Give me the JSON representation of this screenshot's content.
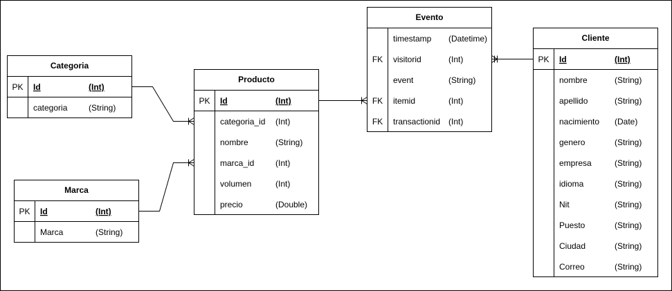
{
  "diagram": {
    "tables": [
      {
        "name": "Categoria",
        "rows": [
          {
            "key": "PK",
            "name": "Id",
            "type": "(Int)",
            "pk": true
          },
          {
            "key": "",
            "name": "categoria",
            "type": "(String)",
            "pk": false
          }
        ]
      },
      {
        "name": "Marca",
        "rows": [
          {
            "key": "PK",
            "name": "Id",
            "type": "(Int)",
            "pk": true
          },
          {
            "key": "",
            "name": "Marca",
            "type": "(String)",
            "pk": false
          }
        ]
      },
      {
        "name": "Producto",
        "rows": [
          {
            "key": "PK",
            "name": "Id",
            "type": "(Int)",
            "pk": true
          },
          {
            "key": "",
            "name": "categoria_id",
            "type": "(Int)",
            "pk": false
          },
          {
            "key": "",
            "name": "nombre",
            "type": "(String)",
            "pk": false
          },
          {
            "key": "",
            "name": "marca_id",
            "type": "(Int)",
            "pk": false
          },
          {
            "key": "",
            "name": "volumen",
            "type": "(Int)",
            "pk": false
          },
          {
            "key": "",
            "name": "precio",
            "type": "(Double)",
            "pk": false
          }
        ]
      },
      {
        "name": "Evento",
        "rows": [
          {
            "key": "",
            "name": "timestamp",
            "type": "(Datetime)",
            "pk": false
          },
          {
            "key": "FK",
            "name": "visitorid",
            "type": "(Int)",
            "pk": false
          },
          {
            "key": "",
            "name": "event",
            "type": "(String)",
            "pk": false
          },
          {
            "key": "FK",
            "name": "itemid",
            "type": "(Int)",
            "pk": false
          },
          {
            "key": "FK",
            "name": "transactionid",
            "type": "(Int)",
            "pk": false
          }
        ]
      },
      {
        "name": "Cliente",
        "rows": [
          {
            "key": "PK",
            "name": "Id",
            "type": "(Int)",
            "pk": true
          },
          {
            "key": "",
            "name": "nombre",
            "type": "(String)",
            "pk": false
          },
          {
            "key": "",
            "name": "apellido",
            "type": "(String)",
            "pk": false
          },
          {
            "key": "",
            "name": "nacimiento",
            "type": "(Date)",
            "pk": false
          },
          {
            "key": "",
            "name": "genero",
            "type": "(String)",
            "pk": false
          },
          {
            "key": "",
            "name": "empresa",
            "type": "(String)",
            "pk": false
          },
          {
            "key": "",
            "name": "idioma",
            "type": "(String)",
            "pk": false
          },
          {
            "key": "",
            "name": "Nit",
            "type": "(String)",
            "pk": false
          },
          {
            "key": "",
            "name": "Puesto",
            "type": "(String)",
            "pk": false
          },
          {
            "key": "",
            "name": "Ciudad",
            "type": "(String)",
            "pk": false
          },
          {
            "key": "",
            "name": "Correo",
            "type": "(String)",
            "pk": false
          }
        ]
      }
    ],
    "relationships": [
      {
        "from": "Categoria",
        "to": "Producto",
        "end": "many"
      },
      {
        "from": "Marca",
        "to": "Producto",
        "end": "many"
      },
      {
        "from": "Producto",
        "to": "Evento",
        "end": "many"
      },
      {
        "from": "Cliente",
        "to": "Evento",
        "end": "many"
      }
    ]
  }
}
